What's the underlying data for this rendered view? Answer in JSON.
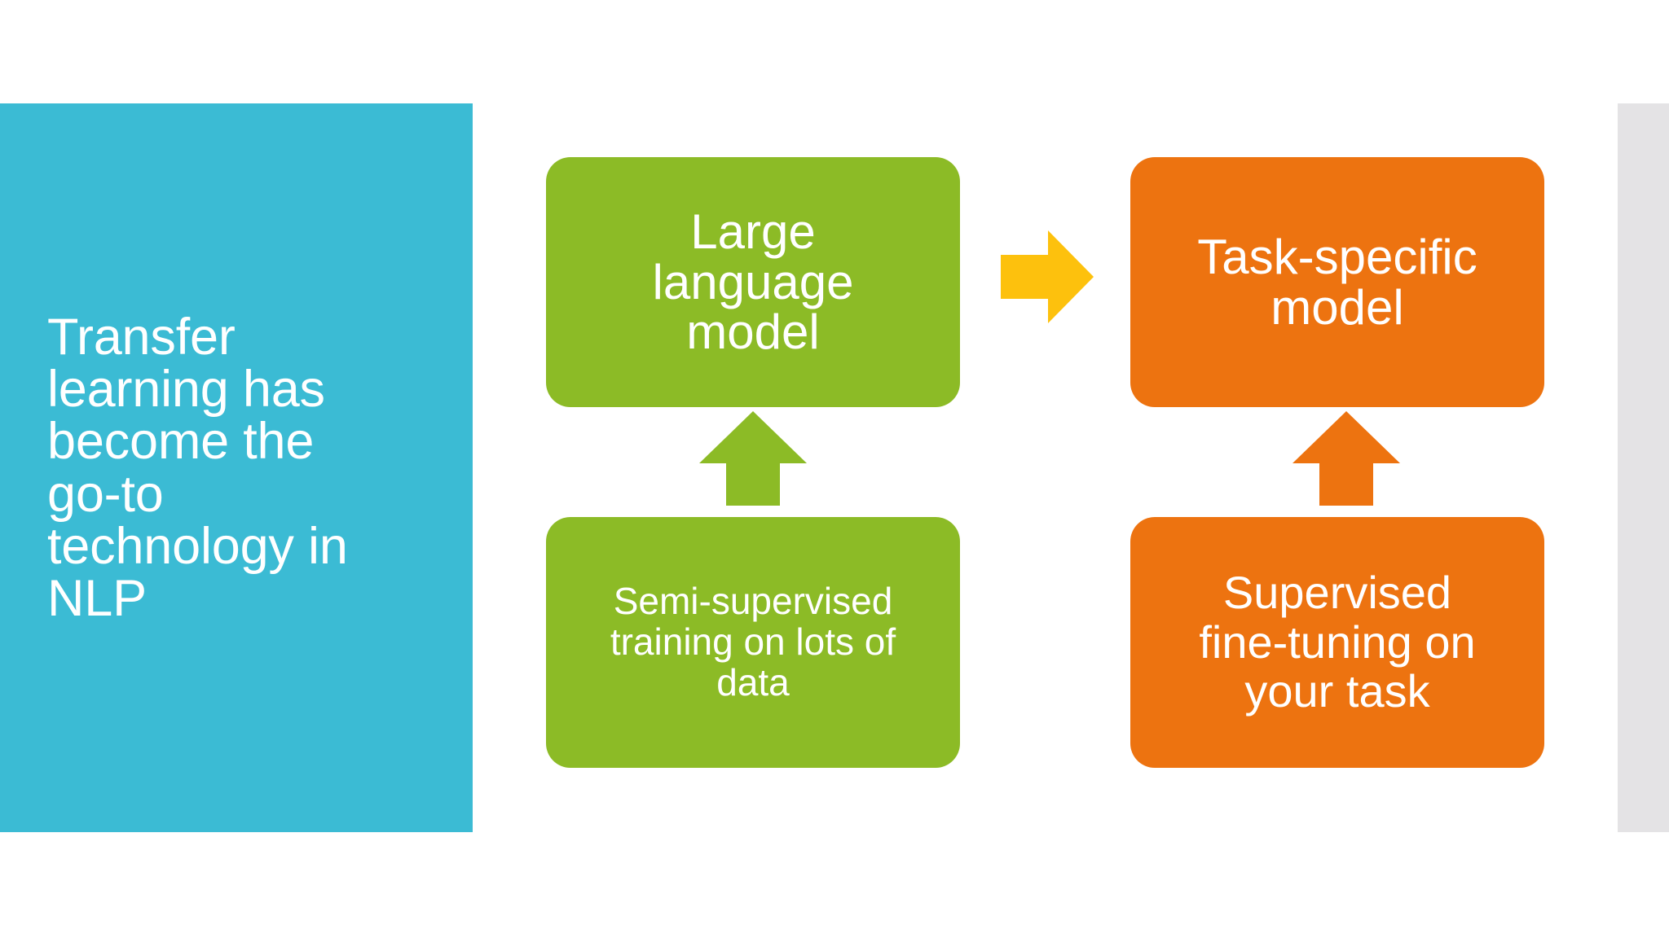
{
  "slide": {
    "title": "Transfer learning has become the go-to technology in NLP",
    "title_display": "Transfer\nlearning has\nbecome the\ngo-to\ntechnology in\nNLP"
  },
  "colors": {
    "title_panel": "#3BBBD4",
    "green_box": "#8CBB26",
    "orange_box": "#ED7310",
    "yellow_arrow": "#FDC10D",
    "edge_strip": "#E4E3E5",
    "box_text": "#FFFFFF",
    "background": "#FFFFFF"
  },
  "diagram": {
    "boxes": [
      {
        "id": "large-language-model",
        "label": "Large\nlanguage\nmodel",
        "color": "#8CBB26",
        "column": "pretraining",
        "row": "top"
      },
      {
        "id": "semi-supervised-training",
        "label": "Semi-supervised\ntraining on lots of\ndata",
        "color": "#8CBB26",
        "column": "pretraining",
        "row": "bottom"
      },
      {
        "id": "task-specific-model",
        "label": "Task-specific\nmodel",
        "color": "#ED7310",
        "column": "finetuning",
        "row": "top"
      },
      {
        "id": "supervised-fine-tuning",
        "label": "Supervised\nfine-tuning on\nyour task",
        "color": "#ED7310",
        "column": "finetuning",
        "row": "bottom"
      }
    ],
    "arrows": [
      {
        "id": "llm-to-task-model",
        "direction": "right",
        "color": "#FDC10D",
        "from": "large-language-model",
        "to": "task-specific-model"
      },
      {
        "id": "semi-training-to-llm",
        "direction": "up",
        "color": "#8CBB26",
        "from": "semi-supervised-training",
        "to": "large-language-model"
      },
      {
        "id": "finetuning-to-task-model",
        "direction": "up",
        "color": "#ED7310",
        "from": "supervised-fine-tuning",
        "to": "task-specific-model"
      }
    ]
  }
}
